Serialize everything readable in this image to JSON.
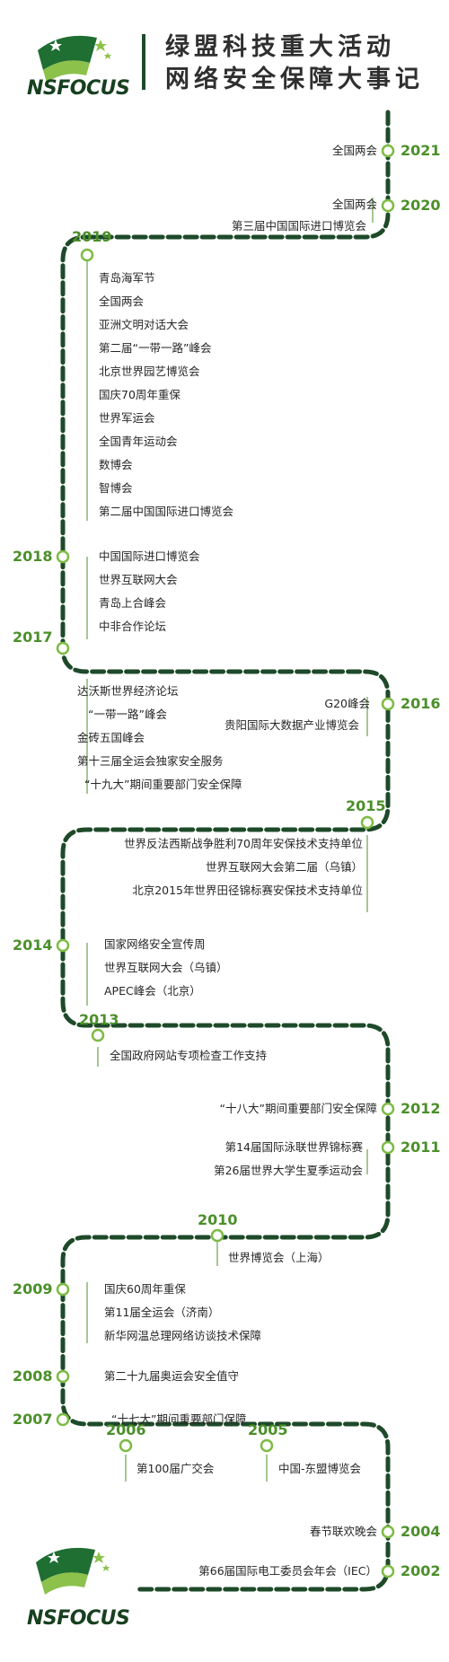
{
  "header": {
    "logo_text": "NSFOCUS",
    "title_line1": "绿盟科技重大活动",
    "title_line2": "网络安全保障大事记"
  },
  "footer": {
    "logo_text": "NSFOCUS"
  },
  "colors": {
    "path": "#1e4a29",
    "year": "#4b8f2a",
    "node_fill": "#ffffff",
    "node_stroke": "#7dbb44"
  },
  "timeline": [
    {
      "year": "2021",
      "items": [
        "全国两会"
      ]
    },
    {
      "year": "2020",
      "items": [
        "全国两会",
        "第三届中国国际进口博览会"
      ]
    },
    {
      "year": "2019",
      "items": [
        "青岛海军节",
        "全国两会",
        "亚洲文明对话大会",
        "第二届“一带一路”峰会",
        "北京世界园艺博览会",
        "国庆70周年重保",
        "世界军运会",
        "全国青年运动会",
        "数博会",
        "智博会",
        "第二届中国国际进口博览会"
      ]
    },
    {
      "year": "2018",
      "items": [
        "中国国际进口博览会",
        "世界互联网大会",
        "青岛上合峰会",
        "中非合作论坛"
      ]
    },
    {
      "year": "2017",
      "items": [
        "达沃斯世界经济论坛",
        "“一带一路”峰会",
        "金砖五国峰会",
        "第十三届全运会独家安全服务",
        "“十九大”期间重要部门安全保障"
      ]
    },
    {
      "year": "2016",
      "items": [
        "G20峰会",
        "贵阳国际大数据产业博览会"
      ]
    },
    {
      "year": "2015",
      "items": [
        "世界反法西斯战争胜利70周年安保技术支持单位",
        "世界互联网大会第二届（乌镇）",
        "北京2015年世界田径锦标赛安保技术支持单位"
      ]
    },
    {
      "year": "2014",
      "items": [
        "国家网络安全宣传周",
        "世界互联网大会（乌镇）",
        "APEC峰会（北京）"
      ]
    },
    {
      "year": "2013",
      "items": [
        "全国政府网站专项检查工作支持"
      ]
    },
    {
      "year": "2012",
      "items": [
        "“十八大”期间重要部门安全保障"
      ]
    },
    {
      "year": "2011",
      "items": [
        "第14届国际泳联世界锦标赛",
        "第26届世界大学生夏季运动会"
      ]
    },
    {
      "year": "2010",
      "items": [
        "世界博览会（上海）"
      ]
    },
    {
      "year": "2009",
      "items": [
        "国庆60周年重保",
        "第11届全运会（济南）",
        "新华网温总理网络访谈技术保障"
      ]
    },
    {
      "year": "2008",
      "items": [
        "第二十九届奥运会安全值守"
      ]
    },
    {
      "year": "2007",
      "items": [
        "“十七大”期间重要部门保障"
      ]
    },
    {
      "year": "2006",
      "items": [
        "第100届广交会"
      ]
    },
    {
      "year": "2005",
      "items": [
        "中国-东盟博览会"
      ]
    },
    {
      "year": "2004",
      "items": [
        "春节联欢晚会"
      ]
    },
    {
      "year": "2002",
      "items": [
        "第66届国际电工委员会年会（IEC）"
      ]
    }
  ]
}
